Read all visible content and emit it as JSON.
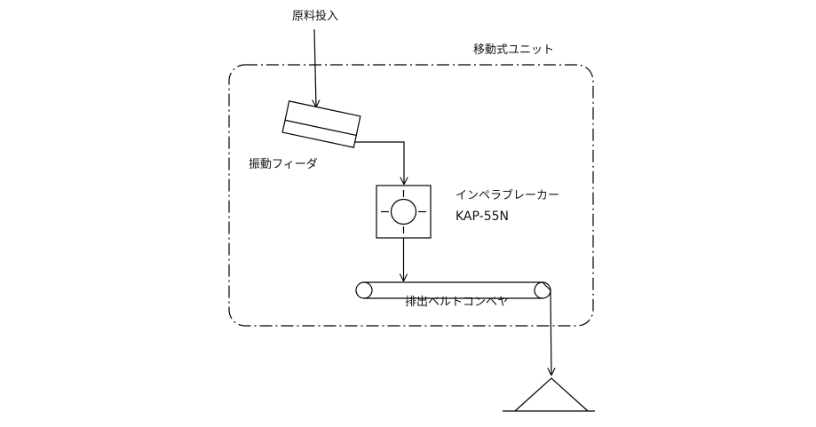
{
  "labels": {
    "material_input": "原料投入",
    "mobile_unit": "移動式ユニット",
    "vibrating_feeder": "振動フィーダ",
    "impeller_breaker": "インペラブレーカー",
    "breaker_model": "KAP-55N",
    "discharge_conveyor": "排出ベルトコンベヤ"
  }
}
